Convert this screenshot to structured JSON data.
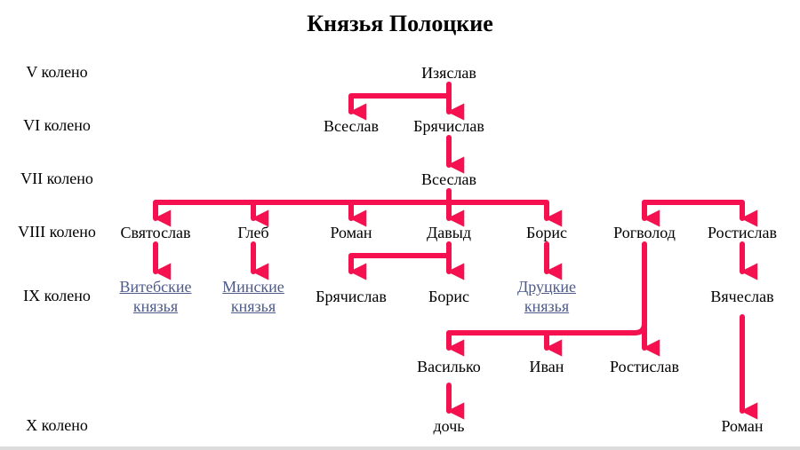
{
  "title": "Князья Полоцкие",
  "generations": [
    "V колено",
    "VI колено",
    "VII колено",
    "VIII колено",
    "IX колено",
    "X колено"
  ],
  "people": {
    "izyaslav": "Изяслав",
    "vseslav_vi": "Всеслав",
    "bryachislav_vi": "Брячислав",
    "vseslav_vii": "Всеслав",
    "svyatoslav": "Святослав",
    "gleb": "Глеб",
    "roman_viii": "Роман",
    "davyd": "Давыд",
    "boris_viii": "Борис",
    "rogvolod": "Рогволод",
    "rostislav_viii": "Ростислав",
    "vitebsk_1": "Витебские",
    "vitebsk_2": "князья",
    "minsk_1": "Минские",
    "minsk_2": "князья",
    "bryachislav_ix": "Брячислав",
    "boris_ix": "Борис",
    "druck_1": "Друцкие",
    "druck_2": "князья",
    "vyacheslav": "Вячеслав",
    "vasilko": "Василько",
    "ivan": "Иван",
    "rostislav_x": "Ростислав",
    "doch": "дочь",
    "roman_x": "Роман"
  },
  "colors": {
    "connector": "#f5104f",
    "link": "#4d5a8a",
    "text": "#000000"
  }
}
